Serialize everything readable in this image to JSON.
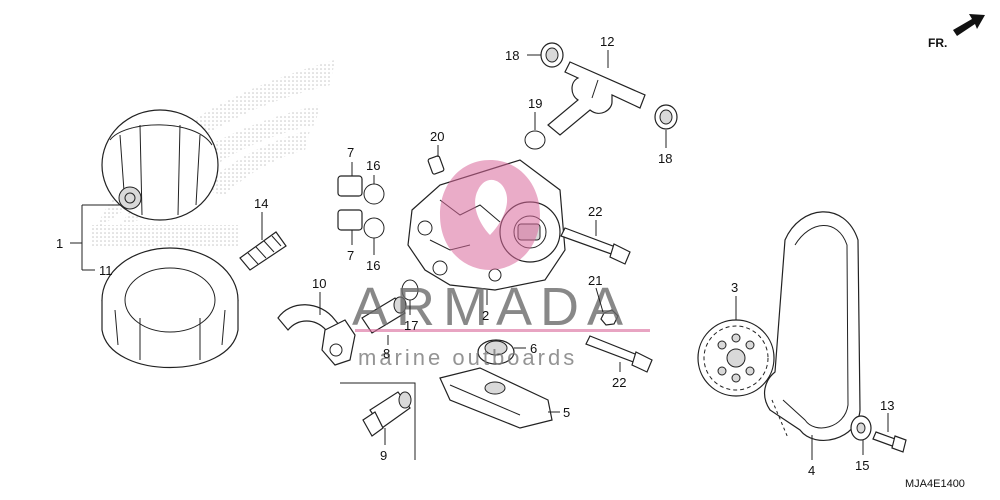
{
  "diagram_code": "MJA4E1400",
  "direction_label": "FR.",
  "watermark": {
    "brand": "ARMADA",
    "tagline": "marine outboards"
  },
  "callouts": {
    "c1": "1",
    "c2": "2",
    "c3": "3",
    "c4": "4",
    "c5": "5",
    "c6": "6",
    "c7a": "7",
    "c7b": "7",
    "c8": "8",
    "c9": "9",
    "c10": "10",
    "c11": "11",
    "c12": "12",
    "c13": "13",
    "c14": "14",
    "c15": "15",
    "c16a": "16",
    "c16b": "16",
    "c17": "17",
    "c18a": "18",
    "c18b": "18",
    "c19": "19",
    "c20": "20",
    "c21": "21",
    "c22a": "22",
    "c22b": "22"
  },
  "colors": {
    "watermark_pink": "#d9689a",
    "watermark_gray": "#6b6b6b"
  }
}
